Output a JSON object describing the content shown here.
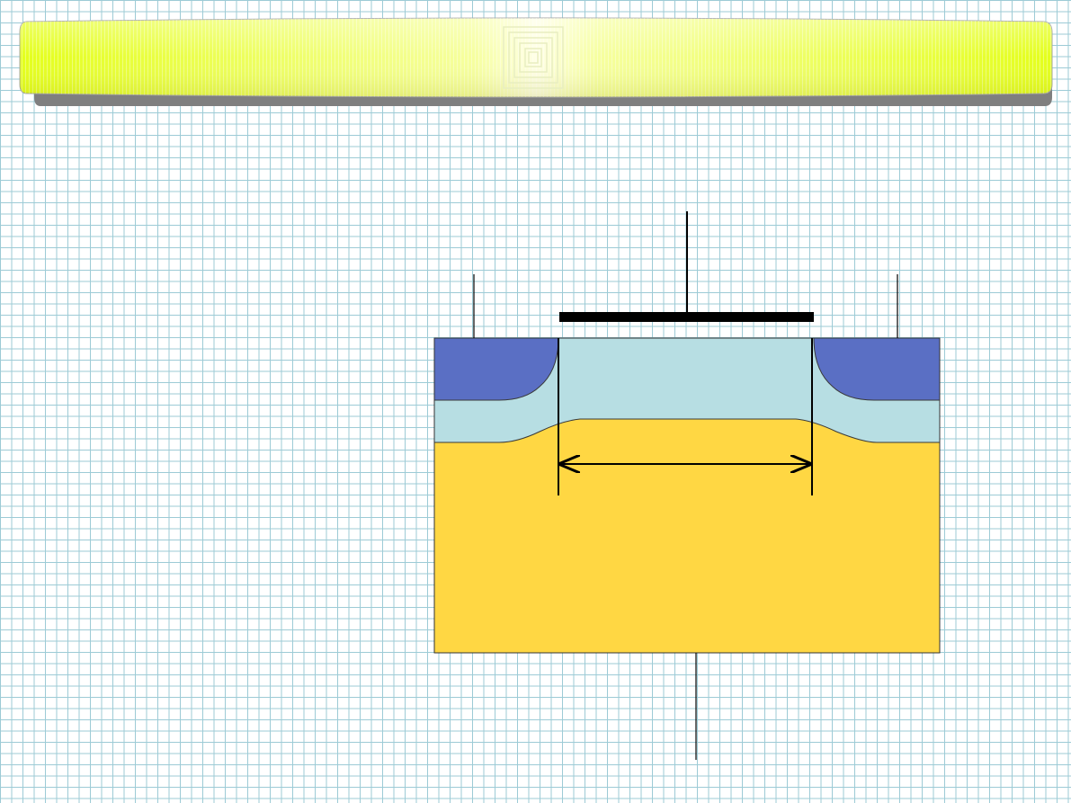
{
  "banner": {
    "fill_color": "#eaff2b",
    "highlight_color": "#ffffcc",
    "shadow_color": "#7f7f7f"
  },
  "diagram": {
    "colors": {
      "source_drain": "#5a6fc4",
      "channel_layer": "#b7dee3",
      "substrate": "#ffd743",
      "gate": "#000000",
      "lead": "#000000",
      "grid": "#9dcbd6"
    },
    "terminals": [
      "gate-terminal",
      "source-terminal",
      "drain-terminal",
      "substrate-terminal"
    ],
    "has_channel_length_arrow": true
  }
}
